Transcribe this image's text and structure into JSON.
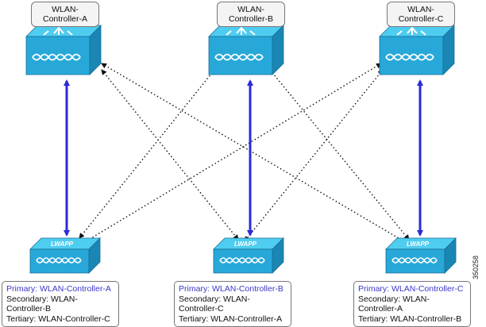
{
  "controllers": [
    {
      "line1": "WLAN-",
      "line2": "Controller-A"
    },
    {
      "line1": "WLAN-",
      "line2": "Controller-B"
    },
    {
      "line1": "WLAN-",
      "line2": "Controller-C"
    }
  ],
  "access_points": [
    {
      "label": "LWAPP",
      "primary": "Primary: WLAN-Controller-A",
      "secondary": "Secondary: WLAN-Controller-B",
      "tertiary": "Tertiary: WLAN-Controller-C"
    },
    {
      "label": "LWAPP",
      "primary": "Primary: WLAN-Controller-B",
      "secondary": "Secondary: WLAN-Controller-C",
      "tertiary": "Tertiary: WLAN-Controller-A"
    },
    {
      "label": "LWAPP",
      "primary": "Primary: WLAN-Controller-C",
      "secondary": "Secondary: WLAN-Controller-A",
      "tertiary": "Tertiary: WLAN-Controller-B"
    }
  ],
  "figure_number": "350258",
  "colors": {
    "primary_link": "#2b2bd6",
    "backup_link": "#111111",
    "device_top": "#4fcdf0",
    "device_front": "#27a8d9",
    "device_side": "#1a86b4"
  }
}
